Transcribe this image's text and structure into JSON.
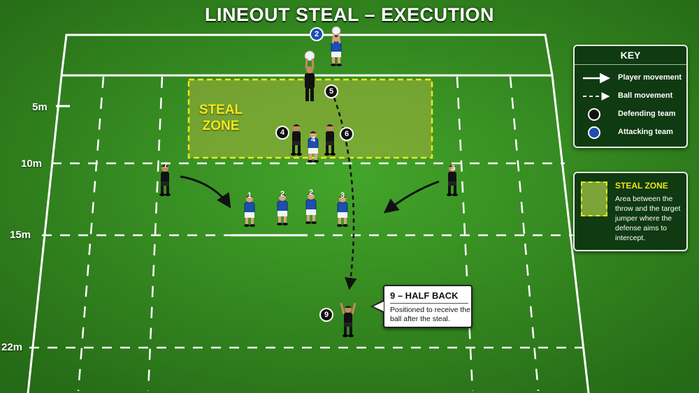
{
  "title": "LINEOUT STEAL – EXECUTION",
  "yard_markers": [
    "5m",
    "10m",
    "15m",
    "22m"
  ],
  "steal_zone_label": [
    "STEAL",
    "ZONE"
  ],
  "key": {
    "title": "KEY",
    "items": [
      {
        "label": "Player movement",
        "symbol": "solid-arrow-icon"
      },
      {
        "label": "Ball movement",
        "symbol": "dashed-arrow-icon"
      },
      {
        "label": "Defending team",
        "symbol": "black-circle-icon"
      },
      {
        "label": "Attacking team",
        "symbol": "blue-circle-icon"
      }
    ]
  },
  "steal_zone_legend": {
    "title": "STEAL ZONE",
    "description": "Area between the throw and the target jumper where the defense aims to intercept."
  },
  "callout": {
    "title": "9 – HALF BACK",
    "text": "Positioned to receive the ball after the steal."
  },
  "players": {
    "thrower": {
      "number": "2",
      "team": "attack"
    },
    "defending_jumper": {
      "number": "5",
      "team": "defense"
    },
    "attacking_jumper": {
      "number": "4",
      "team": "attack"
    },
    "defending_lifters": [
      {
        "number": "4"
      },
      {
        "number": "6"
      }
    ],
    "defending_flankers": [
      {
        "number": "7"
      },
      {
        "number": "3"
      }
    ],
    "attacking_line": [
      {
        "number": "1"
      },
      {
        "number": "2"
      },
      {
        "number": "2"
      },
      {
        "number": "3"
      }
    ],
    "half_back": {
      "number": "9",
      "team": "defense"
    }
  },
  "colors": {
    "grass_dark": "#2b7519",
    "grass_light": "#3d9a26",
    "line": "#ffffff",
    "steal_zone_fill": "#86a83a",
    "steal_zone_border": "#f2e619",
    "attack": "#1d4eb0",
    "defense": "#111111",
    "key_bg": "#0f3a12"
  }
}
